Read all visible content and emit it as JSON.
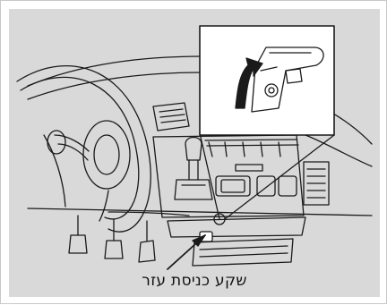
{
  "figure": {
    "caption": "שקע כניסת עזר",
    "colors": {
      "background": "#d9d9d9",
      "line": "#1a1a1a",
      "inset_background": "#ffffff",
      "shade": "#bfbfbf"
    },
    "icons": [
      "steering-wheel",
      "air-vent",
      "gear-shifter",
      "pedal",
      "auxiliary-jack",
      "open-lid-arrow"
    ]
  }
}
